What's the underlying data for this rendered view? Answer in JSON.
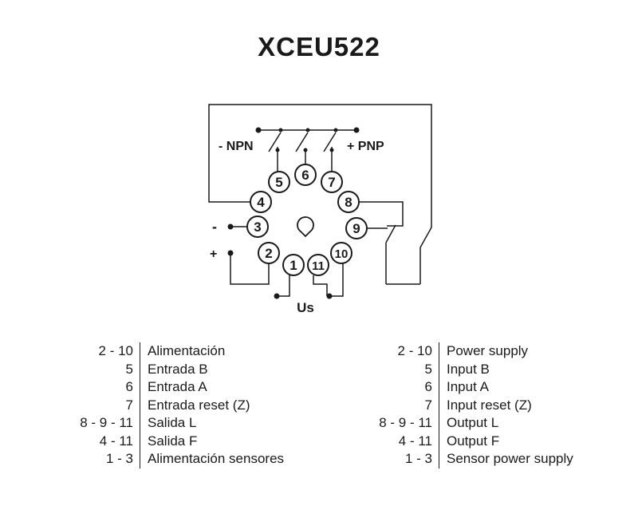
{
  "title": "XCEU522",
  "diagram": {
    "terminals": [
      "1",
      "2",
      "3",
      "4",
      "5",
      "6",
      "7",
      "8",
      "9",
      "10",
      "11"
    ],
    "labels": {
      "npn": "- NPN",
      "pnp": "+ PNP",
      "minus": "-",
      "plus": "+",
      "us": "Us"
    }
  },
  "legend_es": [
    {
      "pins": "2 - 10",
      "desc": "Alimentación"
    },
    {
      "pins": "5",
      "desc": "Entrada B"
    },
    {
      "pins": "6",
      "desc": "Entrada A"
    },
    {
      "pins": "7",
      "desc": "Entrada reset (Z)"
    },
    {
      "pins": "8 - 9 - 11",
      "desc": "Salida L"
    },
    {
      "pins": "4 - 11",
      "desc": "Salida F"
    },
    {
      "pins": "1 - 3",
      "desc": "Alimentación sensores"
    }
  ],
  "legend_en": [
    {
      "pins": "2 - 10",
      "desc": "Power supply"
    },
    {
      "pins": "5",
      "desc": "Input B"
    },
    {
      "pins": "6",
      "desc": "Input A"
    },
    {
      "pins": "7",
      "desc": "Input reset (Z)"
    },
    {
      "pins": "8 - 9 - 11",
      "desc": "Output L"
    },
    {
      "pins": "4 - 11",
      "desc": "Output F"
    },
    {
      "pins": "1 - 3",
      "desc": "Sensor power supply"
    }
  ]
}
